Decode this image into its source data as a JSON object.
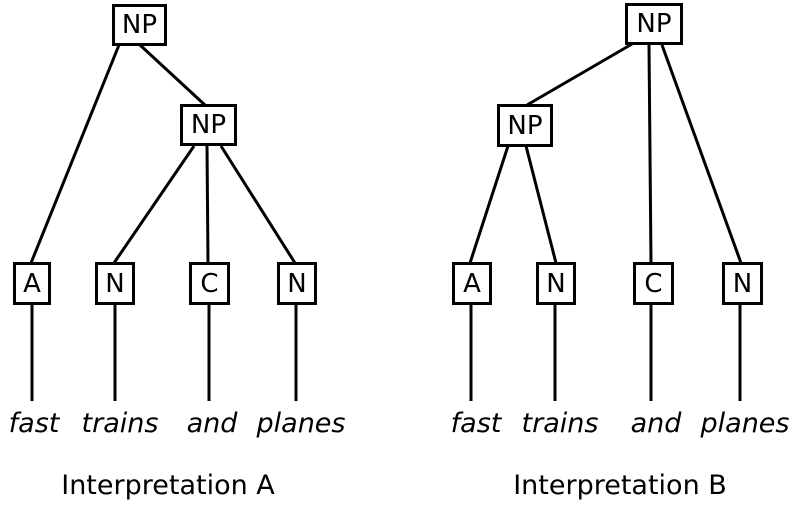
{
  "page": {
    "background_color": "#ffffff",
    "ink_color": "#000000"
  },
  "trees": [
    {
      "id": "A",
      "caption": "Interpretation A",
      "root_label": "NP",
      "phrase_label": "NP",
      "leaves": [
        "A",
        "N",
        "C",
        "N"
      ],
      "words": [
        "fast",
        "trains",
        "and",
        "planes"
      ]
    },
    {
      "id": "B",
      "caption": "Interpretation B",
      "root_label": "NP",
      "phrase_label": "NP",
      "leaves": [
        "A",
        "N",
        "C",
        "N"
      ],
      "words": [
        "fast",
        "trains",
        "and",
        "planes"
      ]
    }
  ]
}
